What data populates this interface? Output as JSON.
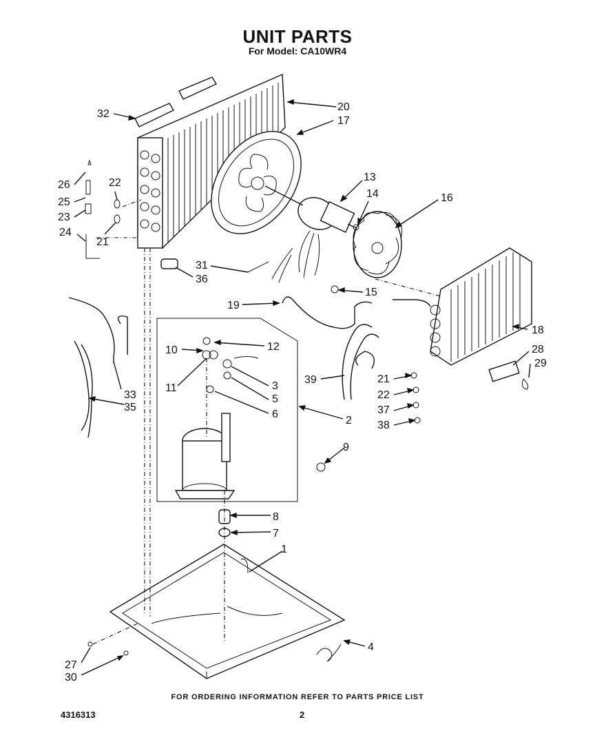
{
  "title": "UNIT PARTS",
  "subtitle": "For Model: CA10WR4",
  "footer": "FOR ORDERING INFORMATION REFER TO PARTS PRICE LIST",
  "doc_number": "4316313",
  "page_number": "2",
  "callouts": [
    "20",
    "17",
    "32",
    "13",
    "14",
    "16",
    "26",
    "22",
    "25",
    "23",
    "24",
    "21",
    "31",
    "36",
    "15",
    "19",
    "18",
    "10",
    "12",
    "11",
    "3",
    "5",
    "6",
    "2",
    "39",
    "21",
    "22",
    "37",
    "38",
    "28",
    "29",
    "33",
    "35",
    "9",
    "8",
    "7",
    "1",
    "27",
    "30",
    "4"
  ]
}
